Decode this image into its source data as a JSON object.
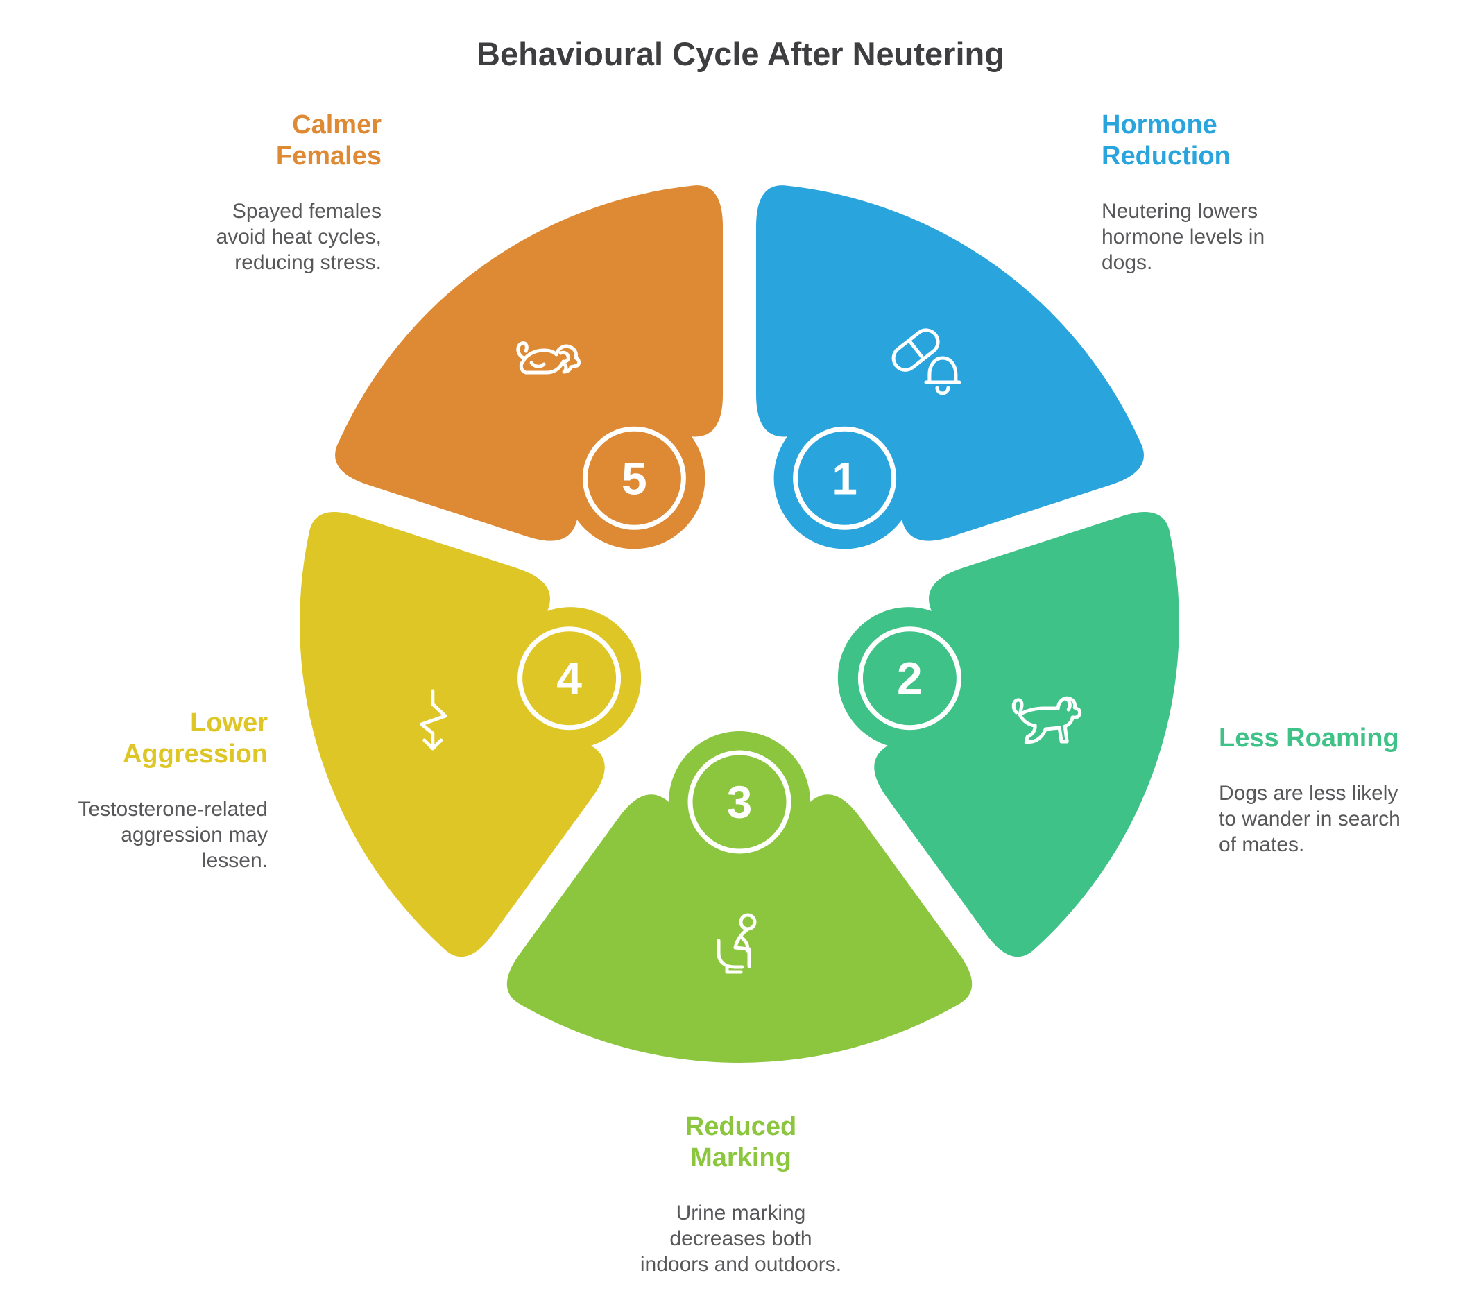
{
  "title": "Behavioural Cycle After Neutering",
  "title_color": "#3E3E40",
  "body_text_color": "#58585B",
  "items": [
    {
      "number": "1",
      "heading": "Hormone Reduction",
      "body": "Neutering lowers hormone levels in dogs.",
      "color": "#29A4DC",
      "icon": "pill-bell-icon"
    },
    {
      "number": "2",
      "heading": "Less Roaming",
      "body": "Dogs are less likely to wander in search of mates.",
      "color": "#3FC287",
      "icon": "walking-dog-icon"
    },
    {
      "number": "3",
      "heading": "Reduced Marking",
      "body": "Urine marking decreases both indoors and outdoors.",
      "color": "#8CC63F",
      "icon": "person-on-toilet-icon"
    },
    {
      "number": "4",
      "heading": "Lower Aggression",
      "body": "Testosterone-related aggression may lessen.",
      "color": "#DFC627",
      "icon": "lightning-decrease-icon"
    },
    {
      "number": "5",
      "heading": "Calmer Females",
      "body": "Spayed females avoid heat cycles, reducing stress.",
      "color": "#DE8A35",
      "icon": "sleeping-dog-icon"
    }
  ]
}
